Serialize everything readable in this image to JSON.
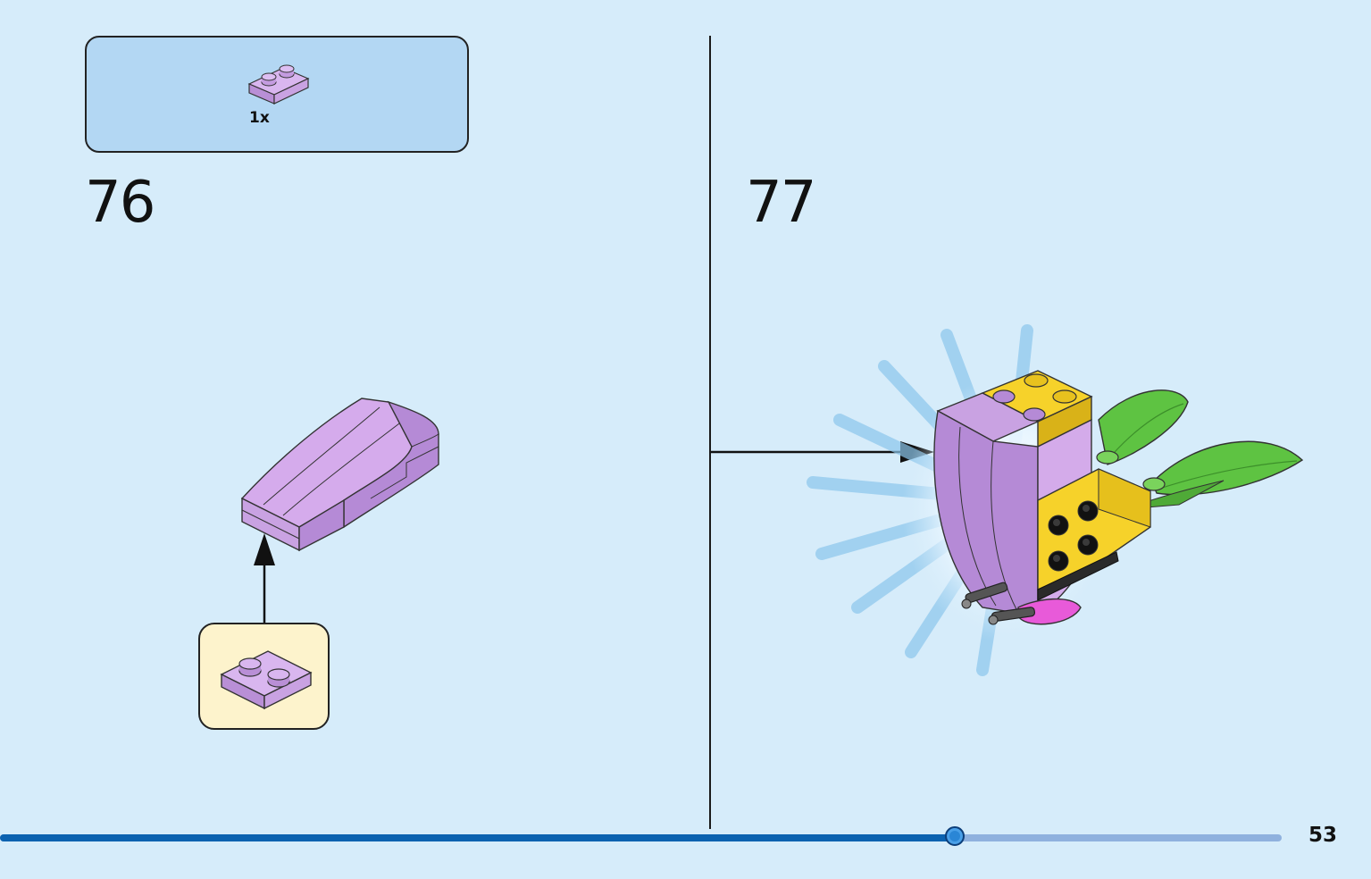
{
  "parts_list": {
    "items": [
      {
        "part": "plate-1x2-lavender",
        "quantity": "1x"
      }
    ]
  },
  "steps": [
    {
      "number": "76"
    },
    {
      "number": "77"
    }
  ],
  "progress": {
    "fraction": 0.745
  },
  "page_number": "53",
  "colors": {
    "background": "#d6ecfa",
    "lavender": "#c9a2e2",
    "yellow": "#f6d22a",
    "green": "#5ec342",
    "magenta": "#e85ad9",
    "progress_fill": "#0b62b0",
    "progress_track": "#8fb1de"
  }
}
